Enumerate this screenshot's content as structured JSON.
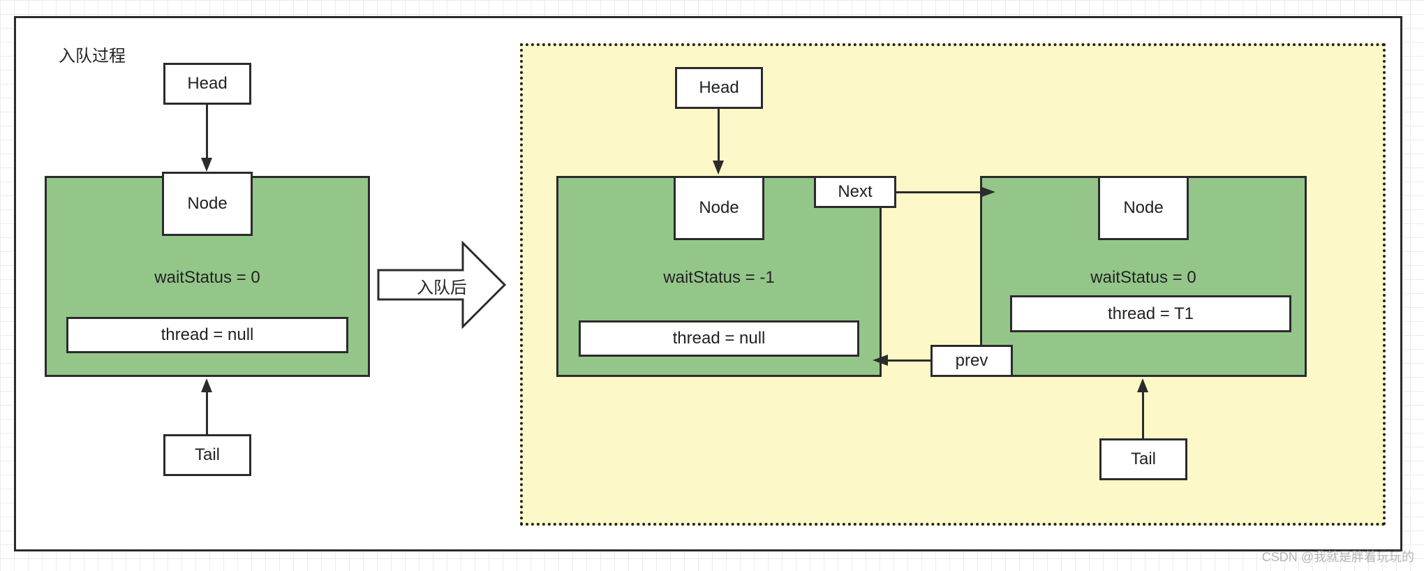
{
  "diagram": {
    "title": "入队过程",
    "transition_label": "入队后",
    "before": {
      "head_label": "Head",
      "tail_label": "Tail",
      "node": {
        "label": "Node",
        "wait_status": "waitStatus = 0",
        "thread": "thread = null"
      }
    },
    "after": {
      "head_label": "Head",
      "tail_label": "Tail",
      "next_label": "Next",
      "prev_label": "prev",
      "node1": {
        "label": "Node",
        "wait_status": "waitStatus = -1",
        "thread": "thread = null"
      },
      "node2": {
        "label": "Node",
        "wait_status": "waitStatus = 0",
        "thread": "thread = T1"
      }
    }
  },
  "watermark": "CSDN @我就是胖着玩玩的",
  "colors": {
    "node_fill": "#94c68a",
    "after_panel_fill": "#fcf8c8",
    "stroke": "#2b2b2b"
  }
}
